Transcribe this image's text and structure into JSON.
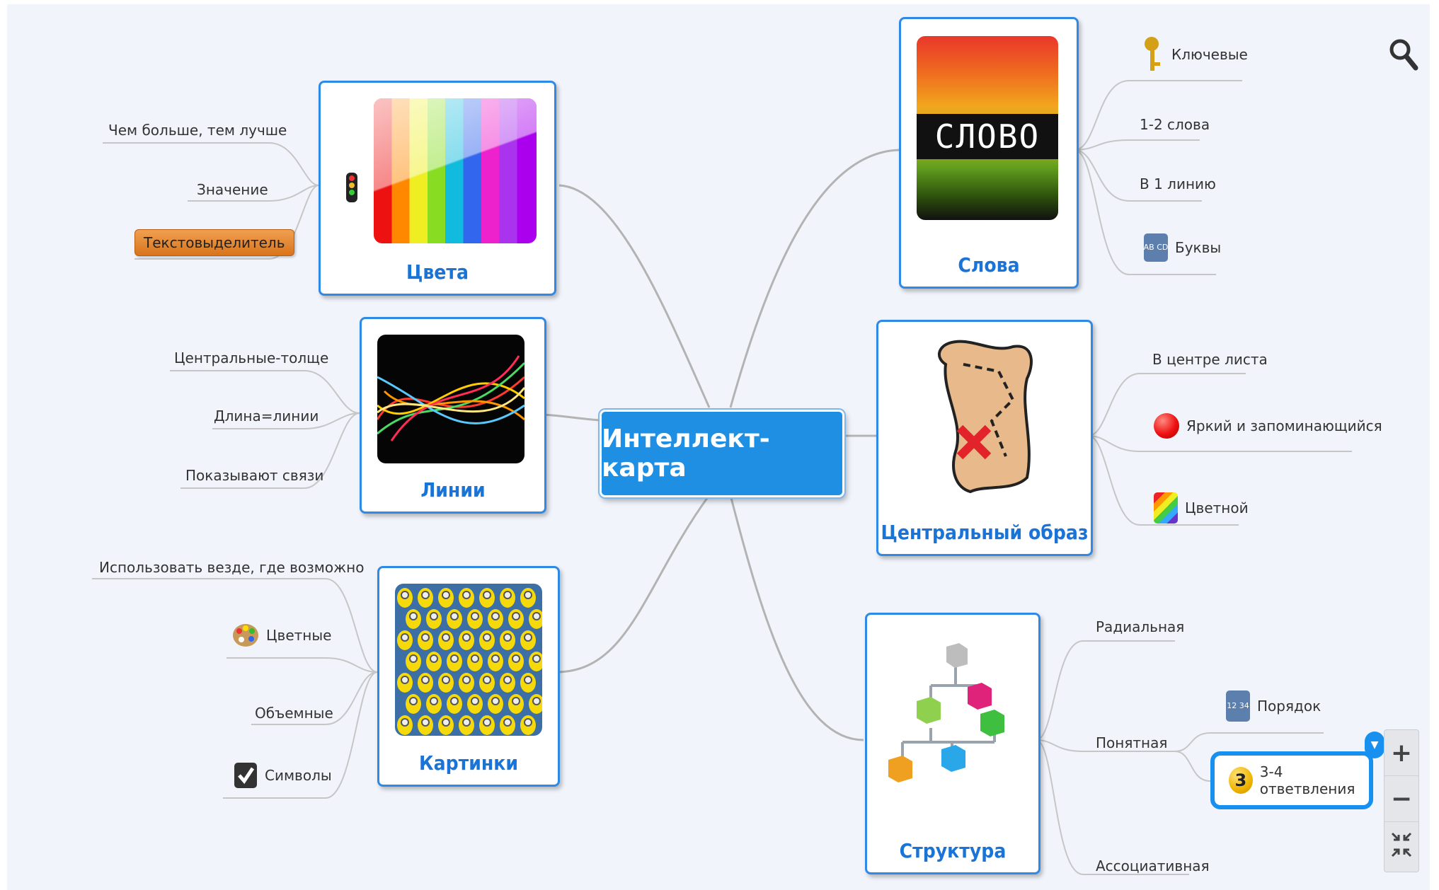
{
  "center": {
    "label": "Интеллект-карта"
  },
  "branches": {
    "colors": {
      "title": "Цвета",
      "leaves": [
        "Чем больше, тем лучше",
        "Значение",
        "Текстовыделитель"
      ]
    },
    "lines": {
      "title": "Линии",
      "leaves": [
        "Центральные-толще",
        "Длина=линии",
        "Показывают связи"
      ]
    },
    "pictures": {
      "title": "Картинки",
      "leaves": [
        "Использовать везде, где возможно",
        "Цветные",
        "Объемные",
        "Символы"
      ]
    },
    "words": {
      "title": "Слова",
      "image_text": "СЛОВО",
      "leaves": [
        "Ключевые",
        "1-2 слова",
        "В 1 линию",
        "Буквы"
      ]
    },
    "central_image": {
      "title": "Центральный образ",
      "leaves": [
        "В центре листа",
        "Яркий и запоминающийся",
        "Цветной"
      ]
    },
    "structure": {
      "title": "Структура",
      "leaves": [
        "Радиальная",
        "Понятная",
        "Ассоциативная"
      ],
      "sub": [
        "Порядок",
        "3-4 ответвления"
      ]
    }
  },
  "icons": {
    "numbered_badge": "3",
    "abcd": "AB CD",
    "numbers_1234": "12 34"
  },
  "zoom": {
    "plus": "+",
    "minus": "−"
  },
  "colors": {
    "accent": "#2f8ae6",
    "center_fill": "#1f8fe3",
    "title_text": "#1a73d6",
    "highlight": "#e3873a",
    "background": "#f1f4fb"
  }
}
